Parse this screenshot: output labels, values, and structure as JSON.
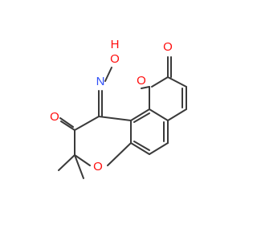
{
  "molecule": {
    "colors": {
      "bond": "#3a3a3a",
      "oxygen": "#ff0d0d",
      "nitrogen": "#3050f8"
    },
    "labels": {
      "lactone_carbonyl_o": "O",
      "lactone_ring_o": "O",
      "ketone_o": "O",
      "oxime_n": "N",
      "oxime_oh_o": "O",
      "oxime_oh_h": "H",
      "pyran_ring_o": "O"
    }
  }
}
